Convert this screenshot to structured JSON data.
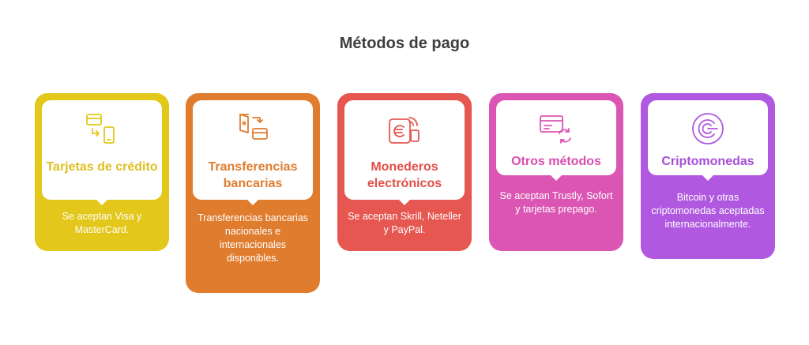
{
  "title": "Métodos de pago",
  "cards": [
    {
      "label": "Tarjetas de crédito",
      "description": "Se aceptan Visa y MasterCard.",
      "icon": "card-transfer-phone-icon",
      "color": "#e3c71a",
      "text_color": "#ddc01e"
    },
    {
      "label": "Transferencias bancarias",
      "description": "Transferencias bancarias nacionales e internacionales disponibles.",
      "icon": "bank-transfer-icon",
      "color": "#e07c2e",
      "text_color": "#e07c2e"
    },
    {
      "label": "Monederos electrónicos",
      "description": "Se aceptan Skrill, Neteller y PayPal.",
      "icon": "e-wallet-icon",
      "color": "#e55750",
      "text_color": "#e04f48"
    },
    {
      "label": "Otros métodos",
      "description": "Se aceptan Trustly, Sofort y tarjetas prepago.",
      "icon": "card-refresh-icon",
      "color": "#db56b3",
      "text_color": "#d94fae"
    },
    {
      "label": "Criptomonedas",
      "description": "Bitcoin y otras criptomonedas aceptadas internacionalmente.",
      "icon": "crypto-coin-icon",
      "color": "#b058e0",
      "text_color": "#a64fd8"
    }
  ]
}
